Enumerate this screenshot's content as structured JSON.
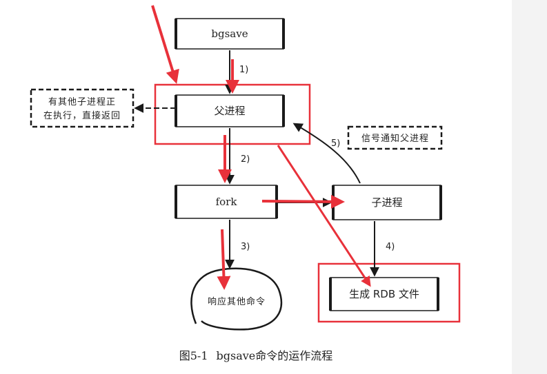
{
  "nodes": {
    "bgsave": "bgsave",
    "parent": "父进程",
    "fork": "fork",
    "child": "子进程",
    "rdb": "生成 RDB 文件",
    "respond": "响应其他命令"
  },
  "notes": {
    "other_child_line1": "有其他子进程正",
    "other_child_line2": "在执行，直接返回",
    "signal": "信号通知父进程"
  },
  "steps": {
    "s1": "1)",
    "s2": "2)",
    "s3": "3)",
    "s4": "4)",
    "s5": "5)"
  },
  "caption": {
    "figure": "图5-1",
    "text": "bgsave命令的运作流程"
  },
  "colors": {
    "highlight": "#e8313a",
    "ink": "#1a1a1a"
  }
}
